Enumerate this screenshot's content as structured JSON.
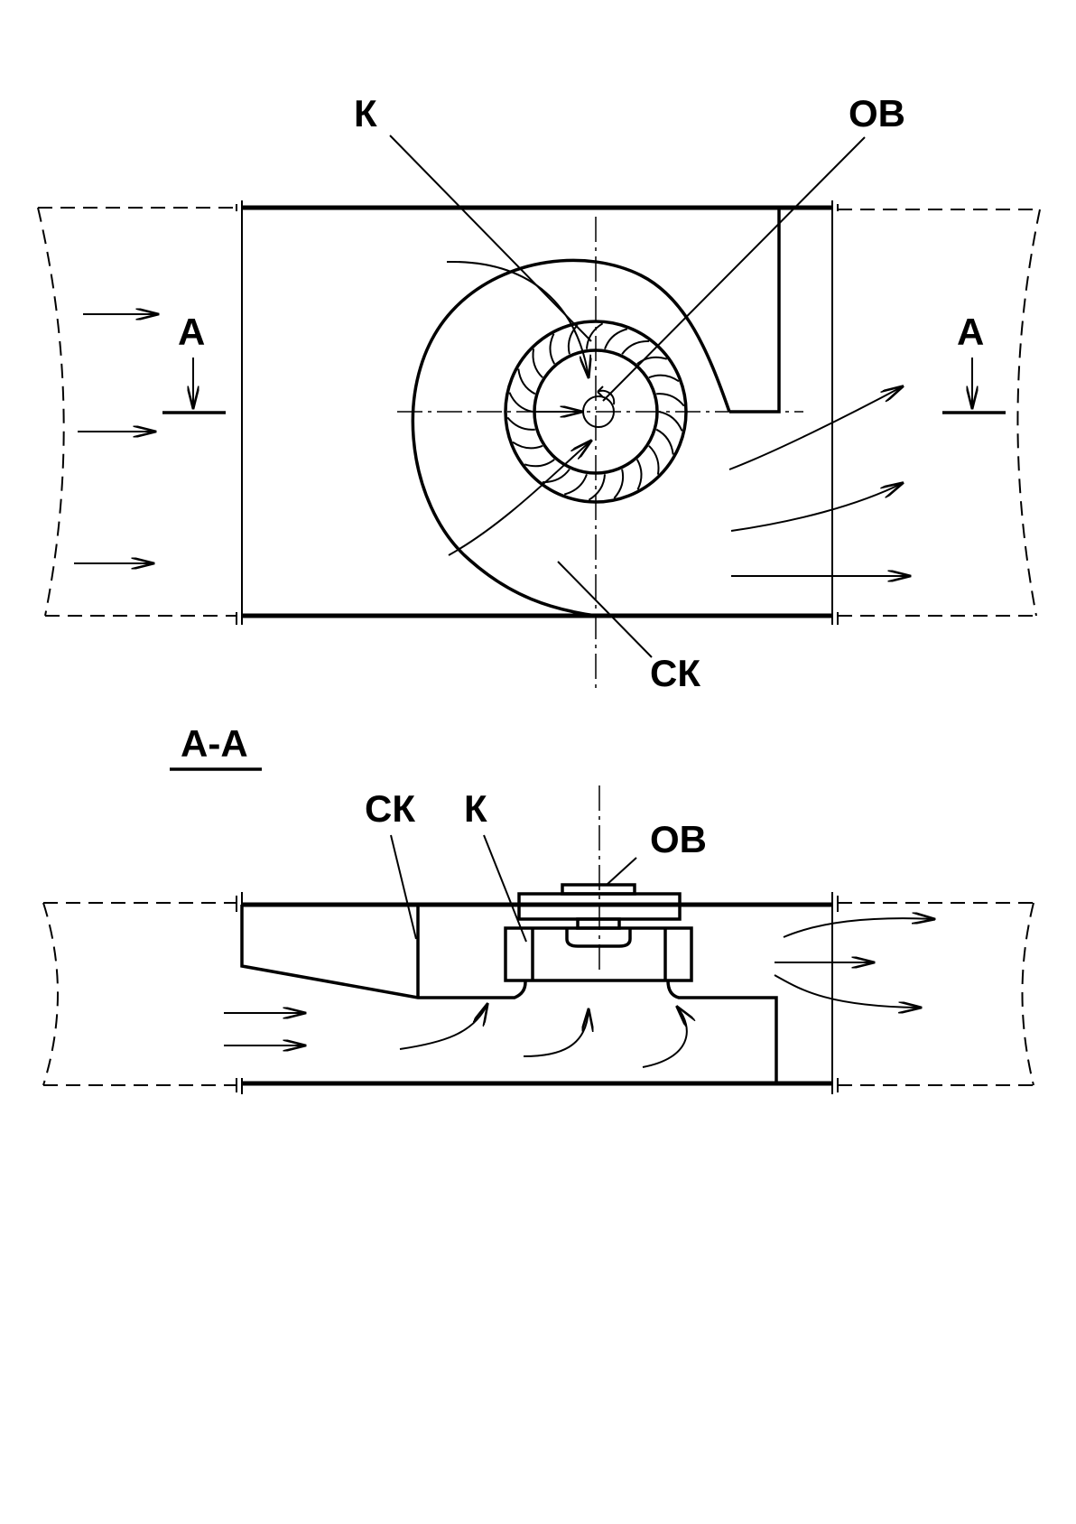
{
  "labels": {
    "top_impeller": "К",
    "top_motor": "ОВ",
    "top_scroll": "СК",
    "section_mark_left": "А",
    "section_mark_right": "А",
    "section_title": "А-А",
    "bottom_scroll": "СК",
    "bottom_impeller": "К",
    "bottom_motor": "ОВ"
  },
  "colors": {
    "line": "#000000",
    "background": "#ffffff"
  }
}
